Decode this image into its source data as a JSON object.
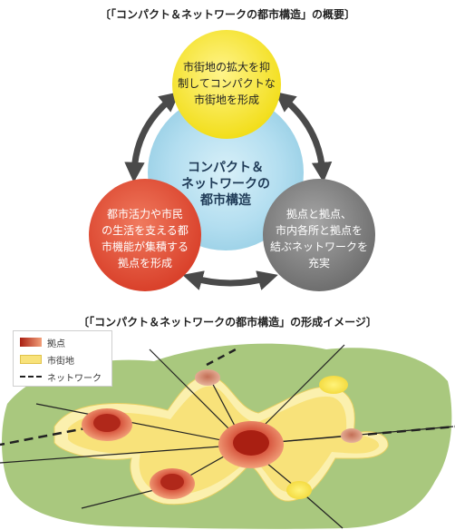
{
  "top_caption": "〔「コンパクト＆ネットワークの都市構造」の概要〕",
  "bottom_caption": "〔「コンパクト＆ネットワークの都市構造」の形成イメージ〕",
  "center_circle": [
    "コンパクト＆",
    "ネットワークの",
    "都市構造"
  ],
  "top_circle": [
    "市街地の拡大を抑",
    "制してコンパクトな",
    "市街地を形成"
  ],
  "left_circle": [
    "都市活力や市民",
    "の生活を支える都",
    "市機能が集積する",
    "拠点を形成"
  ],
  "right_circle": [
    "拠点と拠点、",
    "市内各所と拠点を",
    "結ぶネットワークを",
    "充実"
  ],
  "legend": {
    "hub": "拠点",
    "urban_area": "市街地",
    "network": "ネットワーク"
  },
  "colors": {
    "center": "#aedcec",
    "top": "#f7e840",
    "left": "#e8583f",
    "right": "#8a8a8a",
    "arrow": "#4a4a4a",
    "land": "#a9c87e",
    "urban": "#f6e690",
    "hub": "#c0392b"
  }
}
